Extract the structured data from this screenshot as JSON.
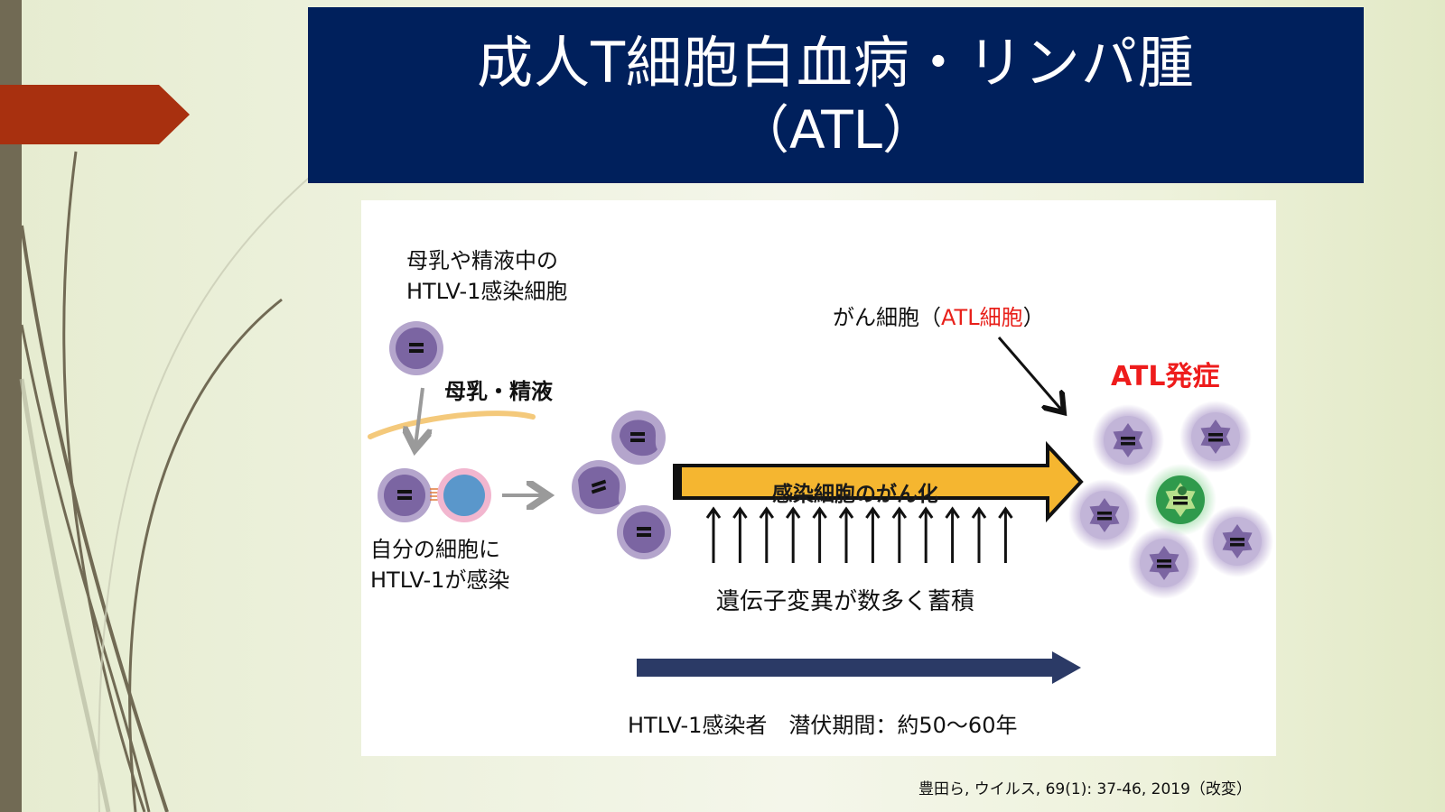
{
  "slide": {
    "title_line1": "成人T細胞白血病・リンパ腫",
    "title_line2": "（ATL）",
    "colors": {
      "title_bg": "#00205c",
      "accent_tab": "#a8300f",
      "side_bar": "#716a54",
      "highlight_red": "#ee1c1c",
      "transform_arrow": "#f5b630",
      "timeline_arrow": "#2b3a66"
    }
  },
  "diagram": {
    "source_label_line1": "母乳や精液中の",
    "source_label_line2": "HTLV-1感染細胞",
    "route_label": "母乳・精液",
    "self_infection_line1": "自分の細胞に",
    "self_infection_line2": "HTLV-1が感染",
    "cancer_cell_label_prefix": "がん細胞（",
    "cancer_cell_label_red": "ATL細胞",
    "cancer_cell_label_suffix": "）",
    "onset_label": "ATL発症",
    "transform_label": "感染細胞のがん化",
    "mutation_label": "遺伝子変異が数多く蓄積",
    "mutation_arrow_count": 12,
    "latency_label": "HTLV-1感染者　潜伏期間：約50〜60年"
  },
  "citation": "豊田ら, ウイルス, 69(1): 37-46, 2019（改変）"
}
